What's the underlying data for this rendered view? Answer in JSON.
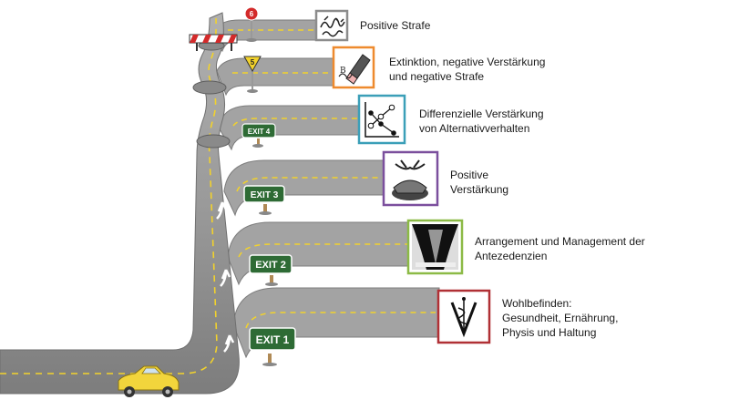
{
  "exits": [
    {
      "sign": "EXIT 1",
      "label_lines": [
        "Wohlbefinden:",
        "Gesundheit, Ernährung,",
        "Physis und Haltung"
      ],
      "icon": "caduceus-icon",
      "color": "#b03035"
    },
    {
      "sign": "EXIT 2",
      "label_lines": [
        "Arrangement und Management der",
        "Antezedenzien"
      ],
      "icon": "stage-curtain-icon",
      "color": "#8cba46"
    },
    {
      "sign": "EXIT 3",
      "label_lines": [
        "Positive",
        "Verstärkung"
      ],
      "icon": "food-bowl-icon",
      "color": "#7b4f9d"
    },
    {
      "sign": "EXIT 4",
      "label_lines": [
        "Differenzielle Verstärkung",
        "von Alternativverhalten"
      ],
      "icon": "line-graph-icon",
      "color": "#3b9fb8"
    },
    {
      "sign": "5",
      "label_lines": [
        "Extinktion, negative Verstärkung",
        "und negative Strafe"
      ],
      "icon": "eraser-icon",
      "color": "#ee8a2e"
    },
    {
      "sign": "6",
      "label_lines": [
        "Positive Strafe"
      ],
      "icon": "scribble-icon",
      "color": "#8c8c8c"
    }
  ],
  "colors": {
    "road": "#9a9a9a",
    "road_dark": "#6f6f6f",
    "dash": "#f2d22c",
    "sign_green": "#2e6b35",
    "car": "#f2d53c",
    "barrier_red": "#d32a2a"
  }
}
